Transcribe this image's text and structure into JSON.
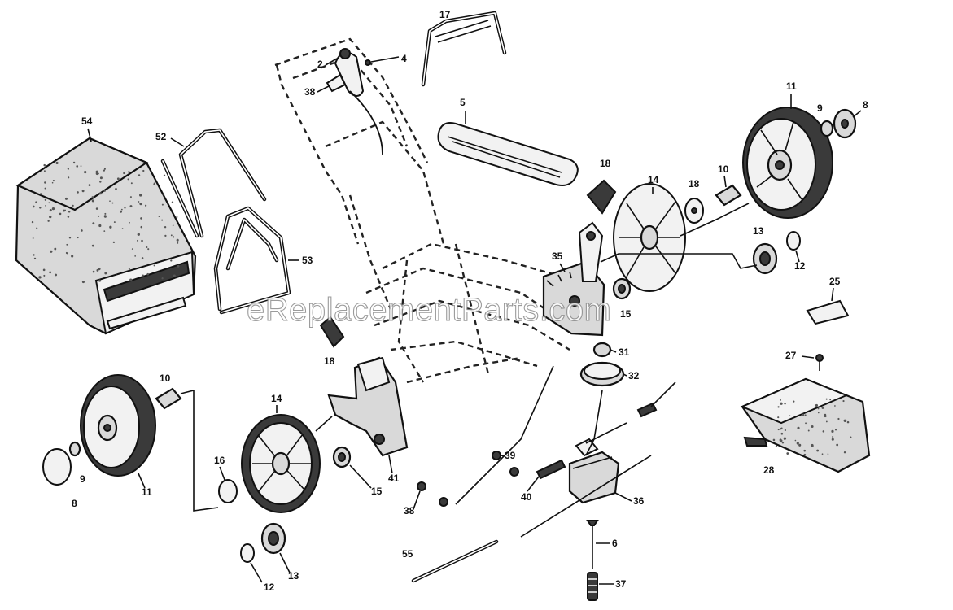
{
  "diagram": {
    "watermark": "eReplacementParts.com",
    "callouts": [
      {
        "id": "c17",
        "text": "17"
      },
      {
        "id": "c2",
        "text": "2"
      },
      {
        "id": "c4",
        "text": "4"
      },
      {
        "id": "c38-top",
        "text": "38"
      },
      {
        "id": "c5",
        "text": "5"
      },
      {
        "id": "c11-right",
        "text": "11"
      },
      {
        "id": "c9-right",
        "text": "9"
      },
      {
        "id": "c8-right",
        "text": "8"
      },
      {
        "id": "c54",
        "text": "54"
      },
      {
        "id": "c52",
        "text": "52"
      },
      {
        "id": "c53",
        "text": "53"
      },
      {
        "id": "c18-top",
        "text": "18"
      },
      {
        "id": "c14-right",
        "text": "14"
      },
      {
        "id": "c16-right",
        "text": "18"
      },
      {
        "id": "c10-right",
        "text": "10"
      },
      {
        "id": "c13-right",
        "text": "13"
      },
      {
        "id": "c12-right",
        "text": "12"
      },
      {
        "id": "c35",
        "text": "35"
      },
      {
        "id": "c15-right",
        "text": "15"
      },
      {
        "id": "c25",
        "text": "25"
      },
      {
        "id": "c27",
        "text": "27"
      },
      {
        "id": "c31",
        "text": "31"
      },
      {
        "id": "c32",
        "text": "32"
      },
      {
        "id": "c18-left",
        "text": "18"
      },
      {
        "id": "c10-left",
        "text": "10"
      },
      {
        "id": "c14-left",
        "text": "14"
      },
      {
        "id": "c16-left",
        "text": "16"
      },
      {
        "id": "c11-left",
        "text": "11"
      },
      {
        "id": "c9-left",
        "text": "9"
      },
      {
        "id": "c8-left",
        "text": "8"
      },
      {
        "id": "c41",
        "text": "41"
      },
      {
        "id": "c15-left",
        "text": "15"
      },
      {
        "id": "c39",
        "text": "39"
      },
      {
        "id": "c38-mid",
        "text": "38"
      },
      {
        "id": "c40",
        "text": "40"
      },
      {
        "id": "c36",
        "text": "36"
      },
      {
        "id": "c28",
        "text": "28"
      },
      {
        "id": "c6",
        "text": "6"
      },
      {
        "id": "c55",
        "text": "55"
      },
      {
        "id": "c37",
        "text": "37"
      },
      {
        "id": "c13-left",
        "text": "13"
      },
      {
        "id": "c12-left",
        "text": "12"
      }
    ]
  }
}
